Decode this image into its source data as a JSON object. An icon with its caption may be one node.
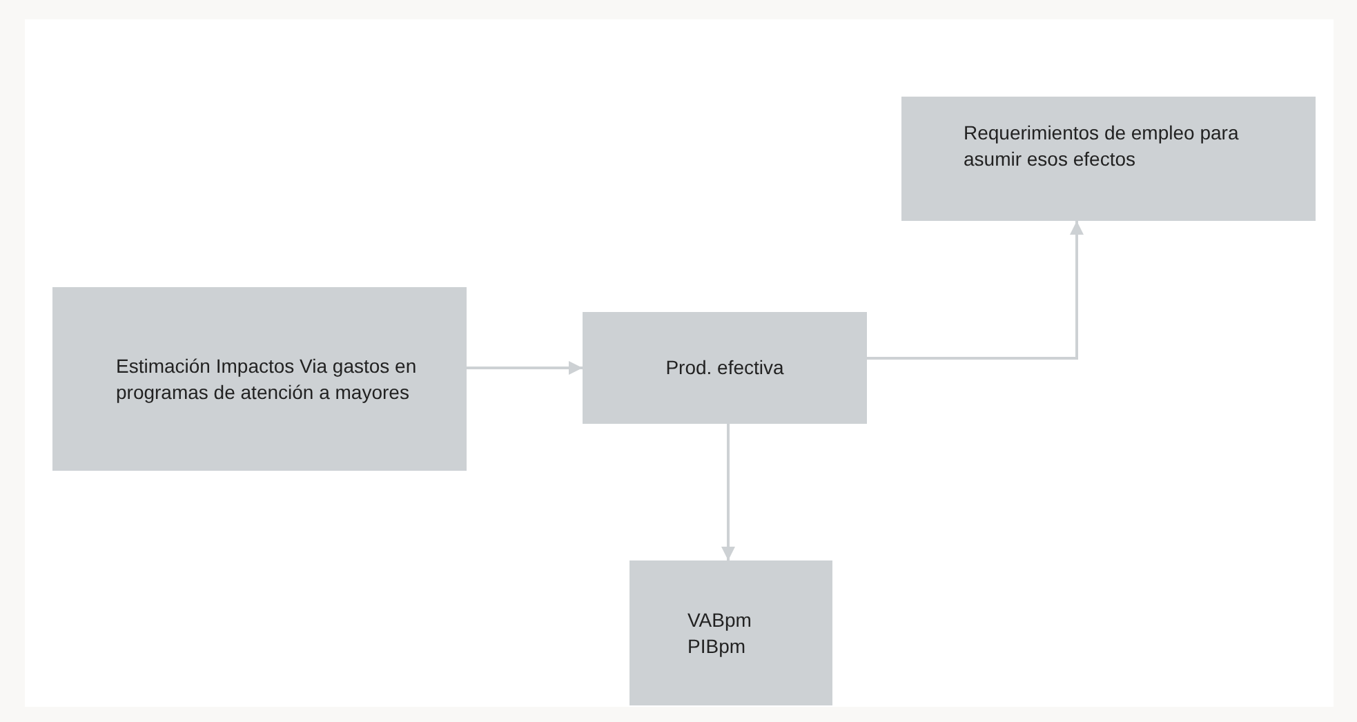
{
  "diagram": {
    "nodes": [
      {
        "text": [
          "Estimación Impactos Via gastos en programas de atención a mayores"
        ]
      },
      {
        "text": [
          "Prod. efectiva"
        ]
      },
      {
        "text": [
          "Requerimientos de empleo para asumir esos efectos"
        ]
      },
      {
        "text": [
          "VABpm PIBpm"
        ]
      }
    ],
    "edges": [
      {
        "from": 0,
        "to": 1,
        "arrow": "to"
      },
      {
        "from": 1,
        "to": 2,
        "arrow": "to"
      },
      {
        "from": 1,
        "to": 3,
        "arrow": "to"
      }
    ]
  }
}
